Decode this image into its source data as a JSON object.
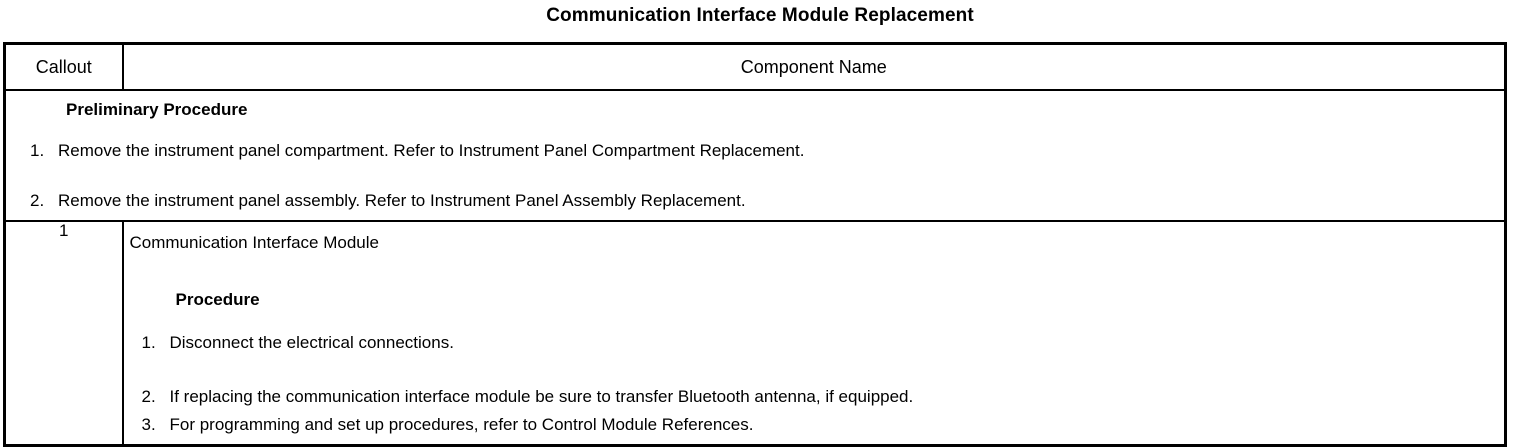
{
  "document": {
    "title": "Communication Interface Module Replacement"
  },
  "table": {
    "headers": {
      "callout": "Callout",
      "component_name": "Component Name"
    },
    "preliminary": {
      "heading": "Preliminary Procedure",
      "steps": [
        {
          "number": "1.",
          "text": "Remove the instrument panel compartment. Refer to Instrument Panel Compartment Replacement."
        },
        {
          "number": "2.",
          "text": "Remove the instrument panel assembly. Refer to Instrument Panel Assembly Replacement."
        }
      ]
    },
    "rows": [
      {
        "callout": "1",
        "component_name": "Communication Interface Module",
        "procedure_heading": "Procedure",
        "procedure_steps": [
          {
            "number": "1.",
            "text": "Disconnect the electrical connections."
          },
          {
            "number": "2.",
            "text": "If replacing the communication interface module be sure to transfer Bluetooth antenna, if equipped."
          },
          {
            "number": "3.",
            "text": "For programming and set up procedures, refer to Control Module References."
          }
        ]
      }
    ]
  },
  "colors": {
    "text": "#000000",
    "background": "#ffffff",
    "border": "#000000"
  }
}
